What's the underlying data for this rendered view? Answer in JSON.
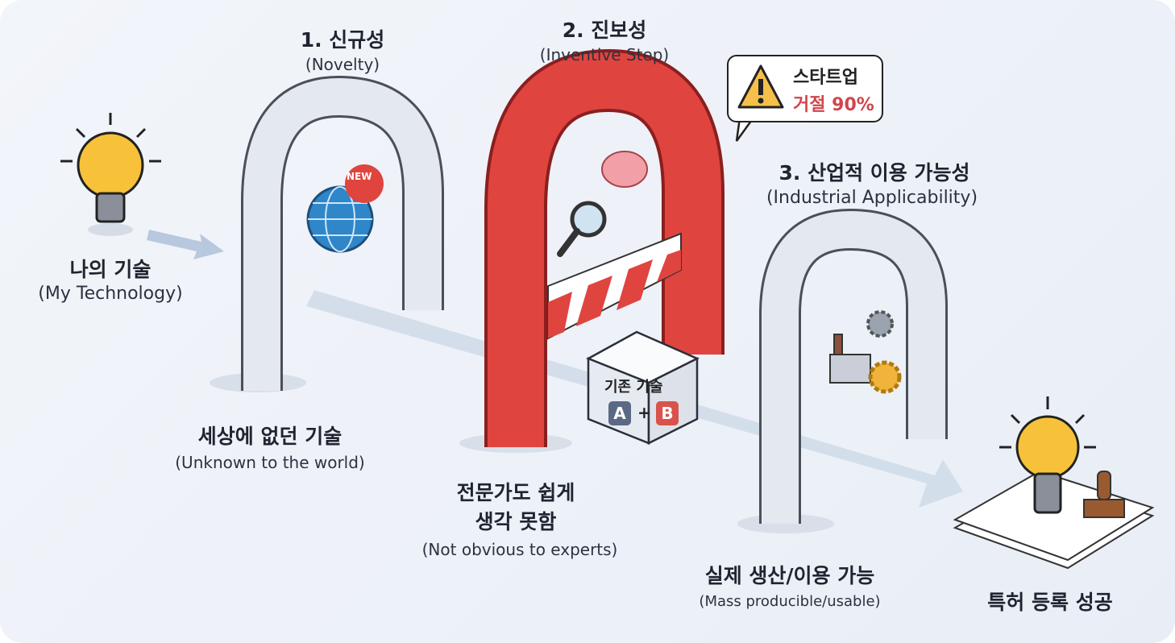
{
  "start": {
    "title": "나의 기술",
    "subtitle": "(My Technology)"
  },
  "gates": [
    {
      "heading": "1. 신규성",
      "heading_en": "(Novelty)",
      "caption": "세상에 없던 기술",
      "caption_en": "(Unknown to the world)",
      "badge": "NEW"
    },
    {
      "heading": "2. 진보성",
      "heading_en": "(Inventive Step)",
      "caption_line1": "전문가도 쉽게",
      "caption_line2": "생각 못함",
      "caption_en": "(Not obvious to experts)",
      "box_label": "기존 기술",
      "chip_a": "A",
      "chip_plus": "+",
      "chip_b": "B"
    },
    {
      "heading": "3. 산업적 이용 가능성",
      "heading_en": "(Industrial Applicability)",
      "caption": "실제 생산/이용 가능",
      "caption_en": "(Mass producible/usable)"
    }
  ],
  "warning": {
    "line1": "스타트업",
    "line2": "거절 90%",
    "icon": "warning-triangle-icon"
  },
  "end": {
    "title": "특허 등록 성공"
  },
  "colors": {
    "accent_red": "#e0443f",
    "arch_gray": "#e3e7ee",
    "warning_text": "#d0454d",
    "chip_a": "#5a6a85",
    "chip_b": "#d9524b"
  }
}
